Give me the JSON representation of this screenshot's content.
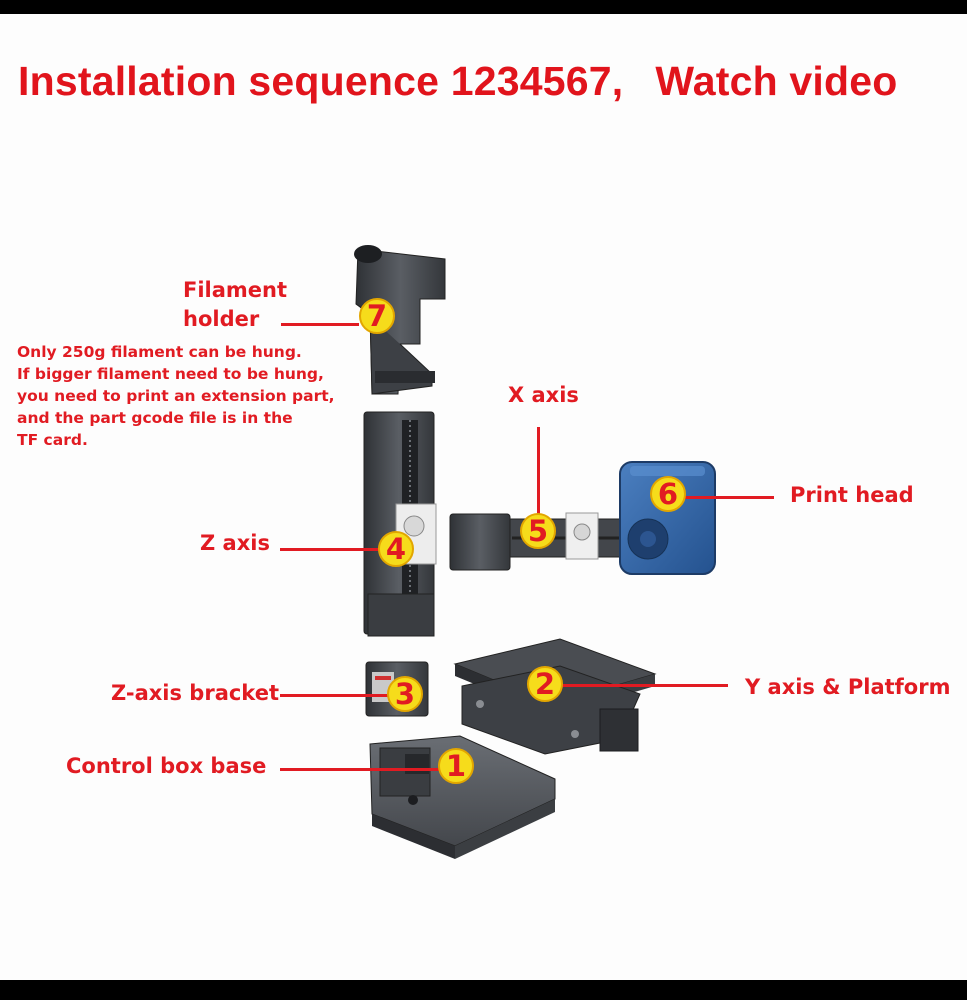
{
  "title": {
    "part1": "Installation sequence 1234567,",
    "part2": "Watch video"
  },
  "labels": {
    "filament_holder_line1": "Filament",
    "filament_holder_line2": "holder",
    "x_axis": "X axis",
    "print_head": "Print head",
    "z_axis": "Z axis",
    "z_axis_bracket": "Z-axis bracket",
    "y_axis_platform": "Y axis & Platform",
    "control_box_base": "Control box base"
  },
  "note": [
    "Only 250g filament can be hung.",
    "If bigger filament need to be hung,",
    "you need to print an extension part,",
    "and the part gcode file is in the",
    "TF card."
  ],
  "badges": {
    "b1": "1",
    "b2": "2",
    "b3": "3",
    "b4": "4",
    "b5": "5",
    "b6": "6",
    "b7": "7"
  },
  "colors": {
    "accent": "#e11b22",
    "badge_fill": "#f6dc1b",
    "print_head": "#2f5f9e",
    "metal": "#4a4d52"
  }
}
